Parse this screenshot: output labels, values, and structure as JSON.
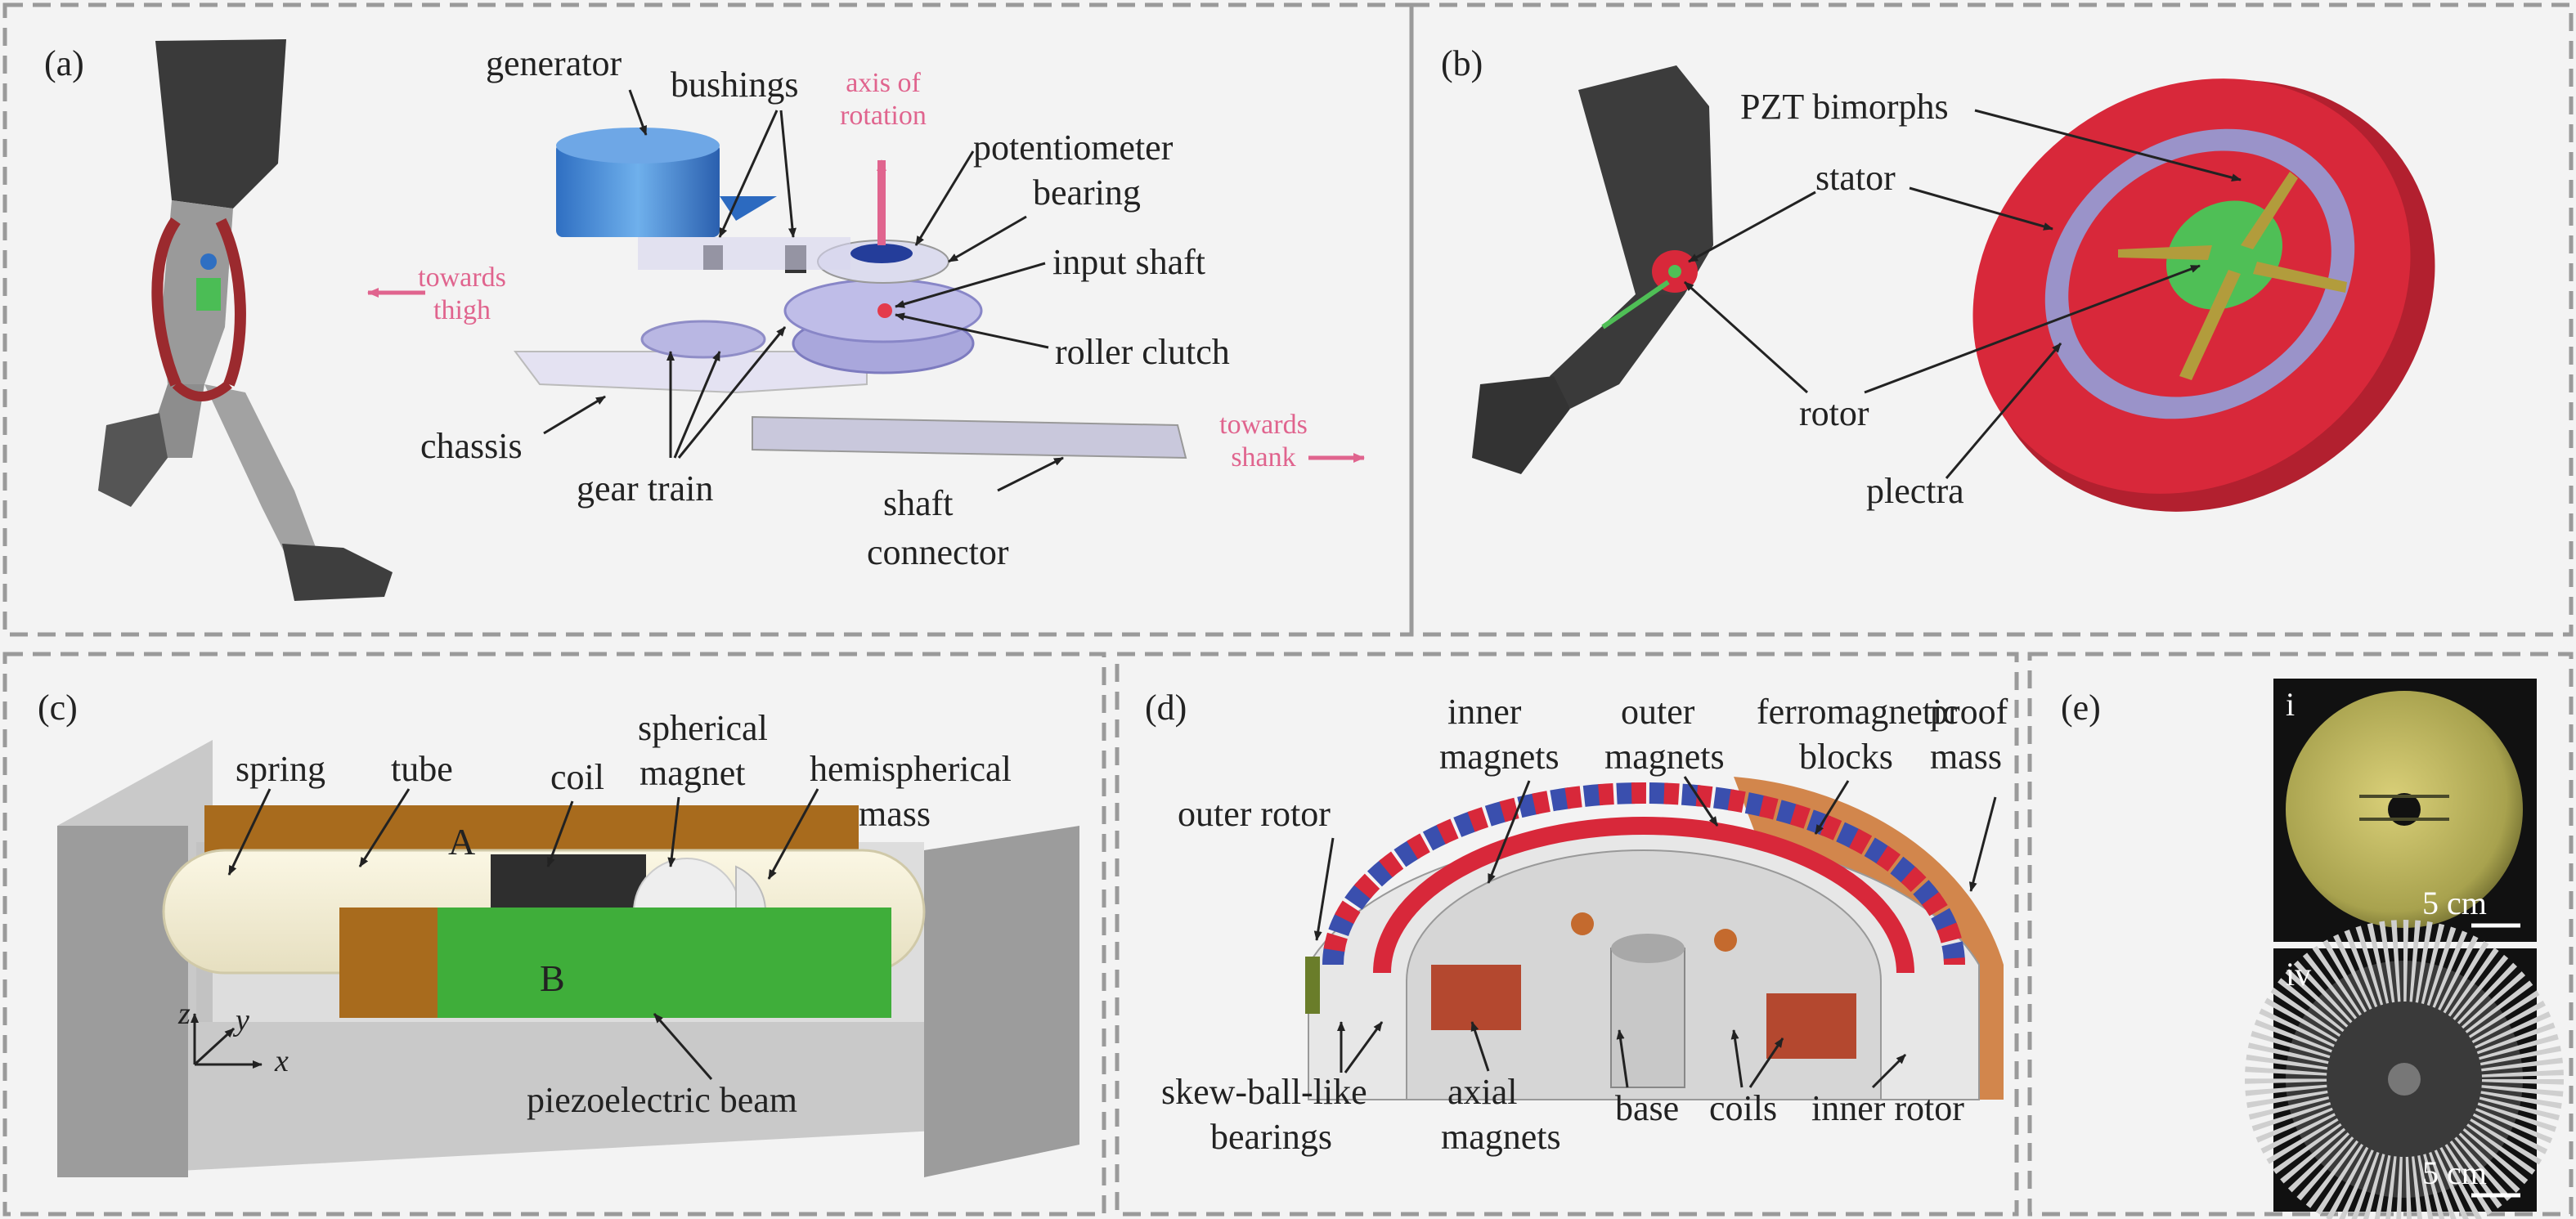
{
  "panels": {
    "a": {
      "tag": "(a)",
      "generator": "generator",
      "bushings": "bushings",
      "axis_line1": "axis of",
      "axis_line2": "rotation",
      "potentiometer": "potentiometer",
      "bearing": "bearing",
      "towards_thigh_1": "towards",
      "towards_thigh_2": "thigh",
      "input_shaft": "input shaft",
      "roller_clutch": "roller clutch",
      "chassis": "chassis",
      "gear_train": "gear train",
      "towards_shank_1": "towards",
      "towards_shank_2": "shank",
      "shaft": "shaft",
      "connector": "connector"
    },
    "b": {
      "tag": "(b)",
      "pzt": "PZT bimorphs",
      "stator": "stator",
      "rotor": "rotor",
      "plectra": "plectra"
    },
    "c": {
      "tag": "(c)",
      "spring": "spring",
      "tube": "tube",
      "coil": "coil",
      "spherical": "spherical",
      "magnet": "magnet",
      "hemispherical": "hemispherical",
      "mass": "mass",
      "label_a": "A",
      "label_b": "B",
      "axis_x": "x",
      "axis_y": "y",
      "axis_z": "z",
      "piezo": "piezoelectric beam"
    },
    "d": {
      "tag": "(d)",
      "inner": "inner",
      "inner_magnets": "magnets",
      "outer": "outer",
      "outer_magnets": "magnets",
      "ferromagnetic": "ferromagnetic",
      "blocks": "blocks",
      "proof": "proof",
      "proof_mass": "mass",
      "outer_rotor": "outer rotor",
      "skew": "skew-ball-like",
      "bearings": "bearings",
      "axial": "axial",
      "axial_magnets": "magnets",
      "base": "base",
      "coils": "coils",
      "inner_rotor": "inner rotor"
    },
    "e": {
      "tag": "(e)",
      "photo_i": "i",
      "photo_iv": "iv",
      "scale_1": "5 cm",
      "scale_2": "5 cm"
    }
  },
  "colors": {
    "pink": "#e0648e",
    "stator_red": "#d8283a",
    "rotor_green": "#4fbf56",
    "generator_blue": "#3f86d8",
    "copper": "#d2864c",
    "piezo_green": "#3fae3a",
    "gray": "#9c9c9c"
  }
}
